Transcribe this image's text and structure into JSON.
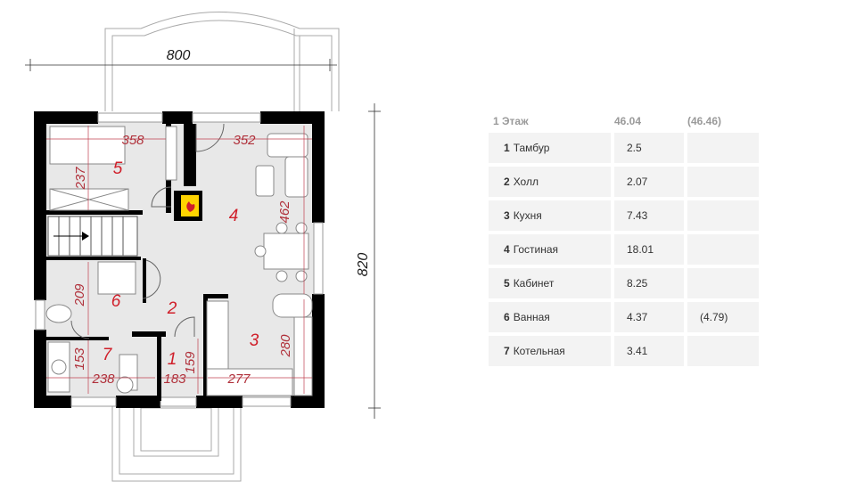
{
  "plan": {
    "overall_width": "800",
    "overall_height": "820",
    "dimensions": [
      "358",
      "352",
      "237",
      "462",
      "209",
      "153",
      "238",
      "183",
      "159",
      "277",
      "280"
    ],
    "room_numbers": [
      "1",
      "2",
      "3",
      "4",
      "5",
      "6",
      "7"
    ]
  },
  "table": {
    "floor_label": "1 Этаж",
    "total_area": "46.04",
    "total_area_alt": "(46.46)",
    "rows": [
      {
        "num": "1",
        "name": "Тамбур",
        "area": "2.5",
        "alt": ""
      },
      {
        "num": "2",
        "name": "Холл",
        "area": "2.07",
        "alt": ""
      },
      {
        "num": "3",
        "name": "Кухня",
        "area": "7.43",
        "alt": ""
      },
      {
        "num": "4",
        "name": "Гостиная",
        "area": "18.01",
        "alt": ""
      },
      {
        "num": "5",
        "name": "Кабинет",
        "area": "8.25",
        "alt": ""
      },
      {
        "num": "6",
        "name": "Ванная",
        "area": "4.37",
        "alt": "(4.79)"
      },
      {
        "num": "7",
        "name": "Котельная",
        "area": "3.41",
        "alt": ""
      }
    ]
  },
  "colors": {
    "wall": "#000000",
    "floor": "#e8e8e8",
    "dimension_text": "#b0303a",
    "room_number": "#d01f2a",
    "fireplace": "#ffd400"
  }
}
